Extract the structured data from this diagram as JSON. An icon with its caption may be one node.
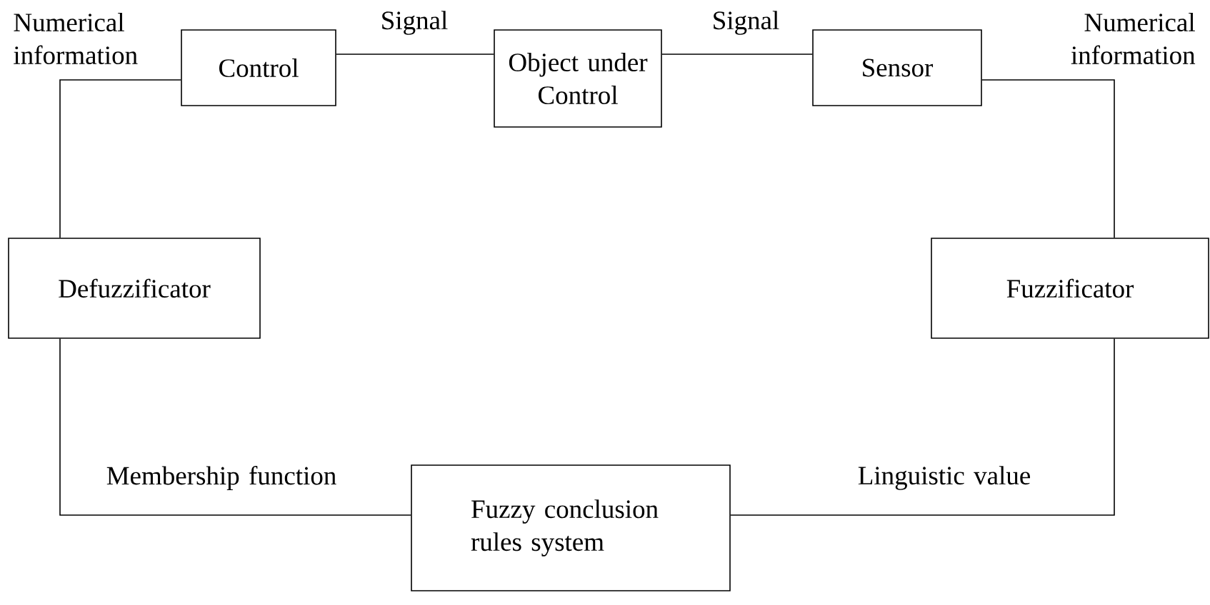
{
  "diagram": {
    "nodes": [
      {
        "text": [
          "Control"
        ]
      },
      {
        "text": [
          "Object under Control"
        ]
      },
      {
        "text": [
          "Sensor"
        ]
      },
      {
        "text": [
          "Defuzzificator"
        ]
      },
      {
        "text": [
          "Fuzzificator"
        ]
      },
      {
        "text": [
          "Fuzzy conclusion rules system"
        ]
      }
    ],
    "edges": [
      {
        "from": 0,
        "to": 1,
        "arrow": "none",
        "label": "Signal"
      },
      {
        "from": 1,
        "to": 2,
        "arrow": "none",
        "label": "Signal"
      },
      {
        "from": 2,
        "to": 4,
        "arrow": "none",
        "label": "Numerical information"
      },
      {
        "from": 4,
        "to": 5,
        "arrow": "none",
        "label": "Linguistic value"
      },
      {
        "from": 5,
        "to": 3,
        "arrow": "none",
        "label": "Membership function"
      },
      {
        "from": 3,
        "to": 0,
        "arrow": "none",
        "label": "Numerical information"
      }
    ]
  }
}
